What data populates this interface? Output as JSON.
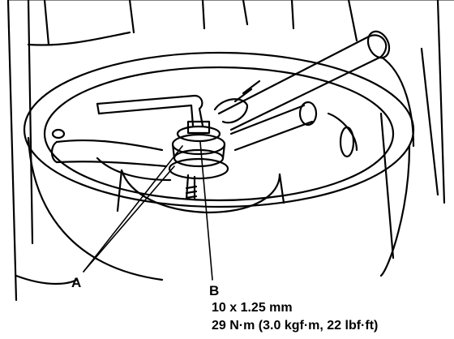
{
  "labels": {
    "a": "A",
    "b": "B"
  },
  "spec": {
    "size": "10 x 1.25 mm",
    "torque": "29 N·m (3.0 kgf·m, 22 lbf·ft)"
  },
  "colors": {
    "ink": "#000000",
    "paper": "#ffffff"
  }
}
